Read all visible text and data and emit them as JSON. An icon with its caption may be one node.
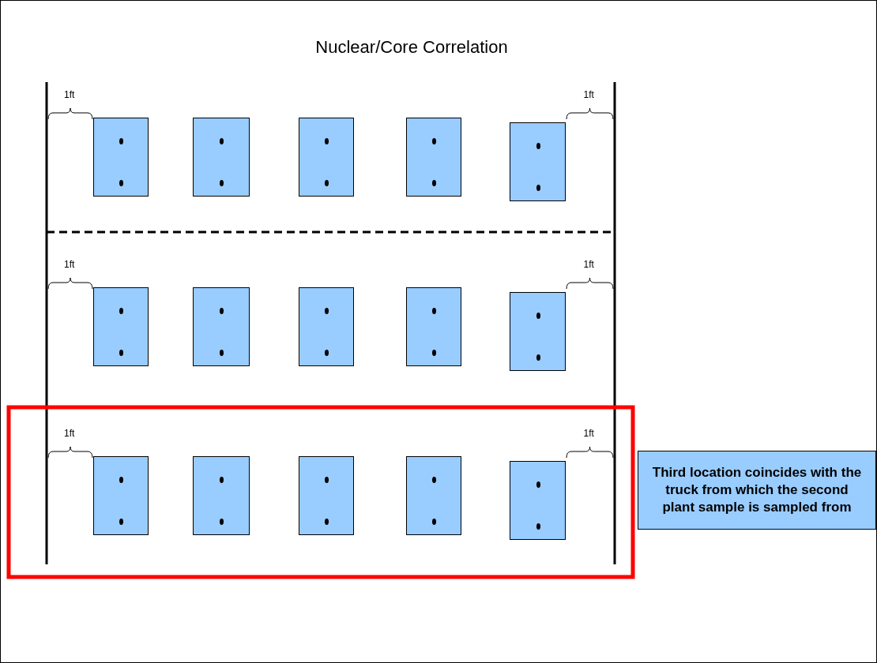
{
  "diagram": {
    "title": "Nuclear/Core Correlation",
    "nodes": [
      {
        "text": [],
        "shape": "box"
      },
      {
        "text": [],
        "shape": "box"
      },
      {
        "text": [],
        "shape": "box"
      },
      {
        "text": [],
        "shape": "box"
      },
      {
        "text": [],
        "shape": "box"
      },
      {
        "text": [],
        "shape": "box"
      },
      {
        "text": [],
        "shape": "box"
      },
      {
        "text": [],
        "shape": "box"
      },
      {
        "text": [],
        "shape": "box"
      },
      {
        "text": [],
        "shape": "box"
      },
      {
        "text": [],
        "shape": "box"
      },
      {
        "text": [],
        "shape": "box"
      },
      {
        "text": [],
        "shape": "box"
      },
      {
        "text": [],
        "shape": "box"
      },
      {
        "text": [],
        "shape": "box"
      },
      {
        "text": [
          "Third location coincides with the truck from which the second plant sample is sampled from"
        ]
      }
    ],
    "edges": [],
    "labels": [
      "1ft",
      "1ft",
      "1ft",
      "1ft",
      "1ft",
      "1ft"
    ]
  }
}
